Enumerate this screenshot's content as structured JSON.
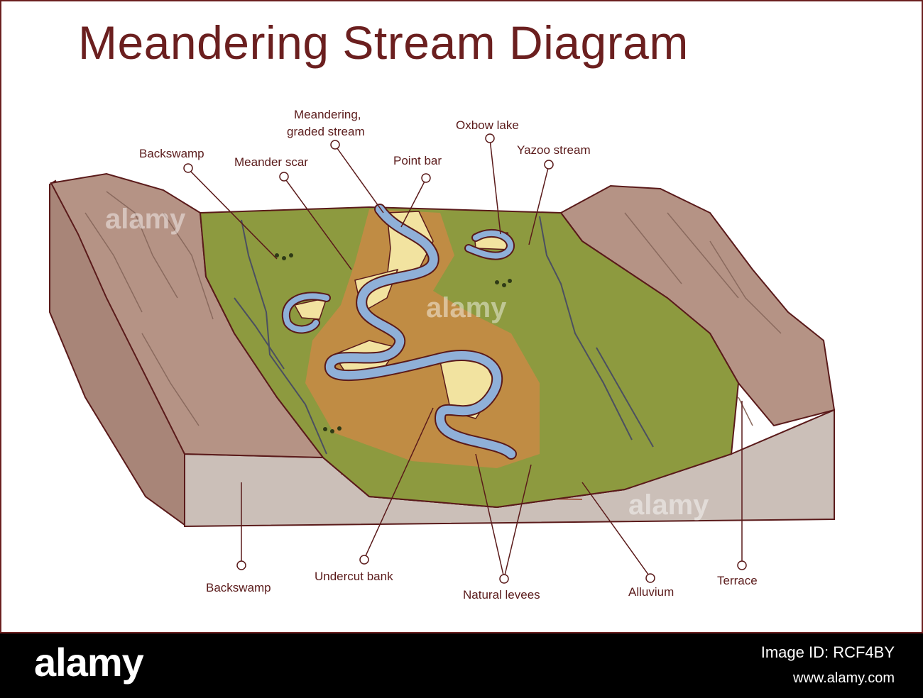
{
  "title": "Meandering Stream Diagram",
  "labels": {
    "backswamp_top": "Backswamp",
    "meander_scar": "Meander scar",
    "meandering_line1": "Meandering,",
    "meandering_line2": "graded stream",
    "point_bar": "Point bar",
    "oxbow_lake": "Oxbow lake",
    "yazoo_stream": "Yazoo stream",
    "backswamp_bottom": "Backswamp",
    "undercut_bank": "Undercut bank",
    "natural_levees": "Natural levees",
    "alluvium": "Alluvium",
    "terrace": "Terrace"
  },
  "watermark": "alamy",
  "footer": {
    "logo": "alamy",
    "image_id": "Image ID: RCF4BY",
    "url": "www.alamy.com"
  },
  "colors": {
    "title": "#6b1f1f",
    "floodplain": "#8d9a3f",
    "river": "#8fb0d8",
    "point_bar": "#f2e3a0",
    "levee": "#c98a45",
    "block_side": "#cbbfb8",
    "cliff": "#b59385",
    "alluvium": "#7a3a2a"
  }
}
